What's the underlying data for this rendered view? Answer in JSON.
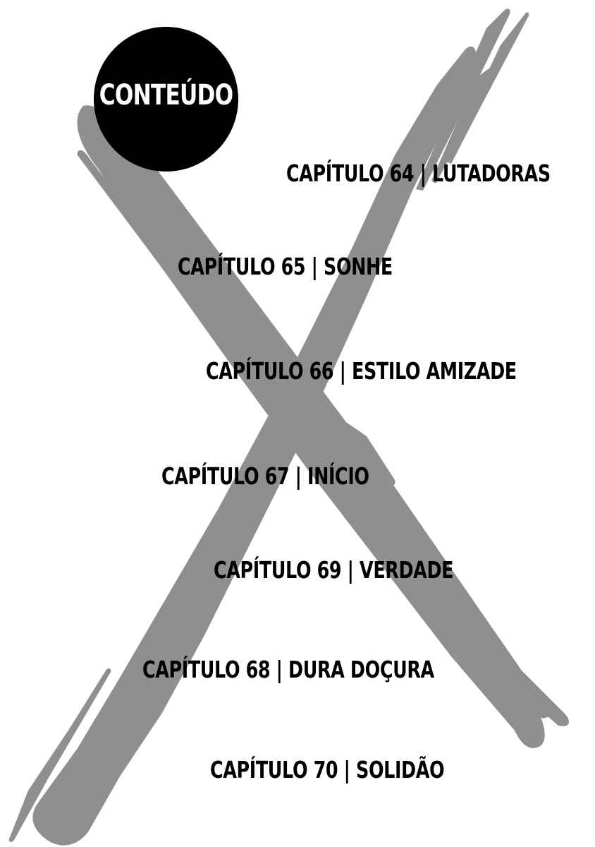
{
  "badge": {
    "label": "CONTEÚDO"
  },
  "chapters": [
    {
      "label": "CAPÍTULO 64 | LUTADORAS"
    },
    {
      "label": "CAPÍTULO 65 | SONHE"
    },
    {
      "label": "CAPÍTULO 66 | ESTILO AMIZADE"
    },
    {
      "label": "CAPÍTULO 67 | INÍCIO"
    },
    {
      "label": "CAPÍTULO 69 | VERDADE"
    },
    {
      "label": "CAPÍTULO 68 | DURA DOÇURA"
    },
    {
      "label": "CAPÍTULO 70 | SOLIDÃO"
    }
  ],
  "colors": {
    "background": "#ffffff",
    "brush": "#8f8f8f",
    "badge": "#000000",
    "badge_text": "#ffffff",
    "text": "#000000"
  },
  "icons": {
    "background_mark": "brush-stroke-x"
  }
}
